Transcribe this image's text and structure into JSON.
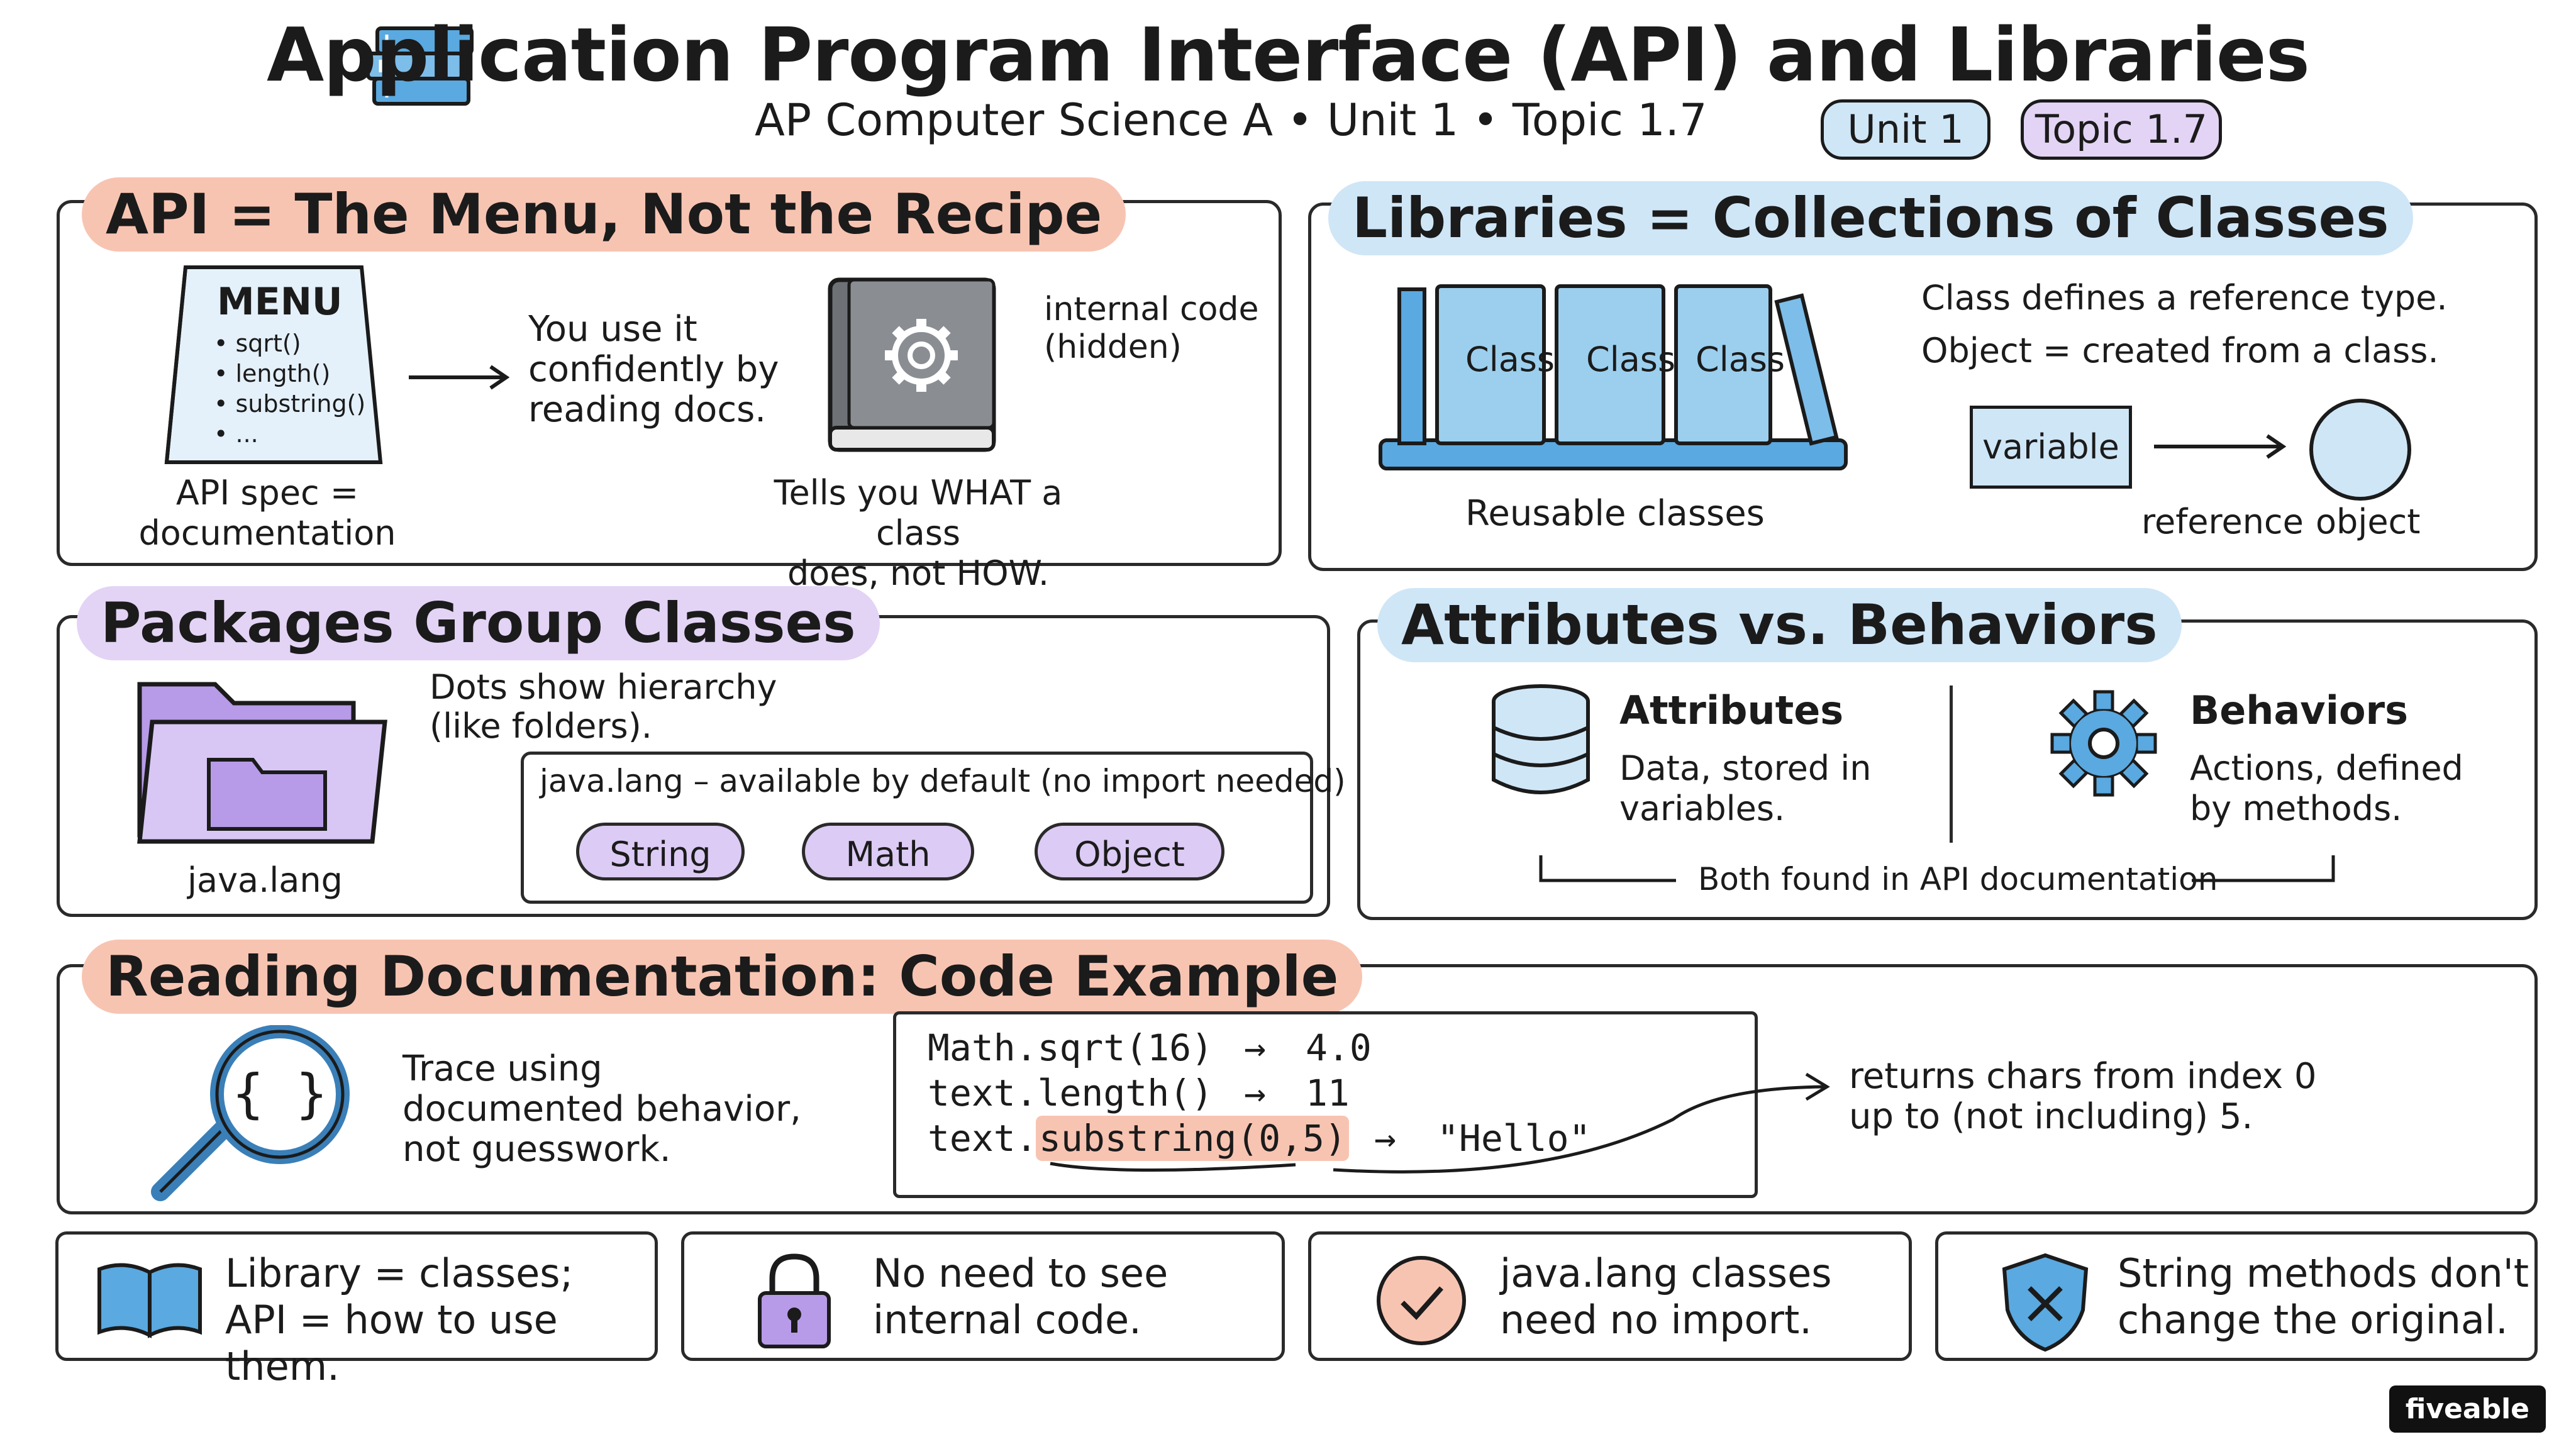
{
  "header": {
    "title": "Application Program Interface (API) and Libraries",
    "subtitle": "AP Computer Science A • Unit 1 • Topic 1.7",
    "badges": [
      "Unit 1",
      "Topic 1.7"
    ]
  },
  "api_panel": {
    "title": "API = The Menu, Not the Recipe",
    "menu_heading": "MENU",
    "menu_items": [
      "• sqrt()",
      "• length()",
      "• substring()",
      "• ..."
    ],
    "menu_caption": "API spec =\ndocumentation",
    "use_text": "You use it\nconfidently by\nreading docs.",
    "internal_code": "internal code\n(hidden)",
    "book_caption": "Tells you WHAT a class\ndoes, not HOW."
  },
  "libraries_panel": {
    "title": "Libraries = Collections of Classes",
    "book_labels": [
      "Class",
      "Class",
      "Class"
    ],
    "shelf_caption": "Reusable classes",
    "def_line1": "Class defines a reference type.",
    "def_line2": "Object = created from a class.",
    "variable_label": "variable",
    "reference_label": "reference",
    "object_label": "object"
  },
  "packages_panel": {
    "title": "Packages Group Classes",
    "hierarchy_text": "Dots show hierarchy\n(like folders).",
    "folder_caption": "java.lang",
    "java_lang_note": "java.lang – available by default (no import needed)",
    "chips": [
      "String",
      "Math",
      "Object"
    ]
  },
  "attributes_panel": {
    "title": "Attributes vs. Behaviors",
    "attributes_heading": "Attributes",
    "attributes_text": "Data, stored in\nvariables.",
    "behaviors_heading": "Behaviors",
    "behaviors_text": "Actions, defined\nby methods.",
    "footer": "Both found in API documentation"
  },
  "reading_panel": {
    "title": "Reading Documentation: Code Example",
    "trace_text": "Trace using\ndocumented behavior,\nnot guesswork.",
    "code_lines": [
      {
        "code": "Math.sqrt(16)",
        "result": "4.0"
      },
      {
        "code": "text.length()",
        "result": "11"
      },
      {
        "code_prefix": "text.",
        "code_highlight": "substring(0,5)",
        "result": "\"Hello\""
      }
    ],
    "arrow_glyph": "→",
    "annotation": "returns chars from index 0\nup to (not including) 5."
  },
  "takeaways": [
    {
      "icon": "book-icon",
      "text": "Library = classes;\nAPI = how to use them."
    },
    {
      "icon": "padlock-icon",
      "text": "No need to see\ninternal code."
    },
    {
      "icon": "checkmark-icon",
      "text": "java.lang classes\nneed no import."
    },
    {
      "icon": "shield-x-icon",
      "text": "String methods don't\nchange the original."
    }
  ],
  "brand": "fiveable",
  "colors": {
    "salmon": "#f8c4b2",
    "blue": "#cfe6f7",
    "purple": "#e3d4f6",
    "icon_blue": "#5aa9e0",
    "icon_purple": "#b79be8",
    "highlight": "#f8c4b2"
  }
}
